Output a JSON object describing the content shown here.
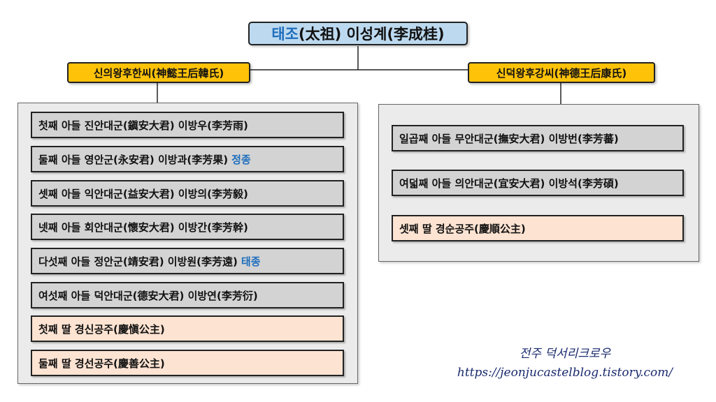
{
  "root": {
    "name": "태조",
    "rest": "(太祖) 이성계(李成桂)"
  },
  "spouses": {
    "left": "신의왕후한씨(神懿王后韓氏)",
    "right": "신덕왕후강씨(神德王后康氏)"
  },
  "left_children": [
    {
      "label": "첫째 아들 진안대군(鎭安大君) 이방우(李芳雨)",
      "reign": "",
      "type": "son"
    },
    {
      "label": "둘째 아들 영안군(永安君) 이방과(李芳果)",
      "reign": "정종",
      "type": "son"
    },
    {
      "label": "셋째 아들 익안대군(益安大君) 이방의(李芳毅)",
      "reign": "",
      "type": "son"
    },
    {
      "label": "넷째 아들 회안대군(懷安大君) 이방간(李芳幹)",
      "reign": "",
      "type": "son"
    },
    {
      "label": "다섯째 아들 정안군(靖安君) 이방원(李芳遠)",
      "reign": "태종",
      "type": "son"
    },
    {
      "label": "여섯째 아들 덕안대군(德安大君) 이방연(李芳衍)",
      "reign": "",
      "type": "son"
    },
    {
      "label": "첫째 딸 경신공주(慶愼公主)",
      "reign": "",
      "type": "daughter"
    },
    {
      "label": "둘째 딸 경선공주(慶善公主)",
      "reign": "",
      "type": "daughter"
    }
  ],
  "right_children": [
    {
      "label": "일곱째 아들 무안대군(撫安大君) 이방번(李芳蕃)",
      "type": "son"
    },
    {
      "label": "여덟째 아들 의안대군(宜安大君) 이방석(李芳碩)",
      "type": "son"
    },
    {
      "label": "셋째 딸 경순공주(慶順公主)",
      "type": "daughter"
    }
  ],
  "credit": {
    "line1": "전주 덕서리크로우",
    "line2": "https://jeonjucastelblog.tistory.com/"
  },
  "colors": {
    "root_fill": "#bcd9ef",
    "spouse_fill": "#fec209",
    "son_fill": "#d3d3d3",
    "daughter_fill": "#fde3d2",
    "highlight_text": "#1f6ebd"
  }
}
